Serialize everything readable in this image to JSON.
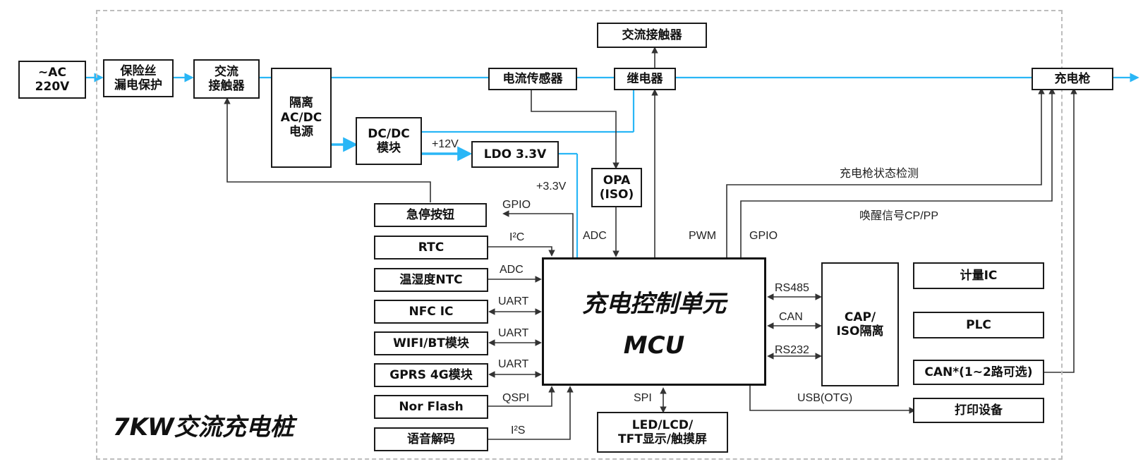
{
  "diagram_title": "7KW交流充电桩",
  "mcu": {
    "line1": "充电控制单元",
    "line2": "MCU"
  },
  "boxes": {
    "ac_input": "~AC\n220V",
    "fuse": "保险丝\n漏电保护",
    "contactor": "交流\n接触器",
    "isolated_psu": "隔离\nAC/DC\n电源",
    "dcdc": "DC/DC\n模块",
    "ldo": "LDO 3.3V",
    "current_sensor": "电流传感器",
    "ac_contactor_top": "交流接触器",
    "relay": "继电器",
    "opa": "OPA\n(ISO)",
    "charging_gun": "充电枪",
    "estop": "急停按钮",
    "rtc": "RTC",
    "ntc": "温湿度NTC",
    "nfc": "NFC IC",
    "wifi": "WIFI/BT模块",
    "gprs": "GPRS 4G模块",
    "norflash": "Nor Flash",
    "audio": "语音解码",
    "display": "LED/LCD/\nTFT显示/触摸屏",
    "cap_iso": "CAP/\nISO隔离",
    "metering": "计量IC",
    "plc": "PLC",
    "can_opt": "CAN*(1~2路可选)",
    "printer": "打印设备"
  },
  "labels": {
    "plus12v": "+12V",
    "plus3v3": "+3.3V",
    "gpio_left": "GPIO",
    "i2c": "I²C",
    "adc_left": "ADC",
    "uart1": "UART",
    "uart2": "UART",
    "uart3": "UART",
    "qspi": "QSPI",
    "i2s": "I²S",
    "adc_top": "ADC",
    "pwm": "PWM",
    "gpio_right": "GPIO",
    "gun_state": "充电枪状态检测",
    "wake_signal": "唤醒信号CP/PP",
    "rs485": "RS485",
    "can": "CAN",
    "rs232": "RS232",
    "spi": "SPI",
    "usb": "USB(OTG)"
  },
  "colors": {
    "power_line": "#29b6f6",
    "signal_line": "#333333",
    "frame": "#bdbdbd"
  }
}
